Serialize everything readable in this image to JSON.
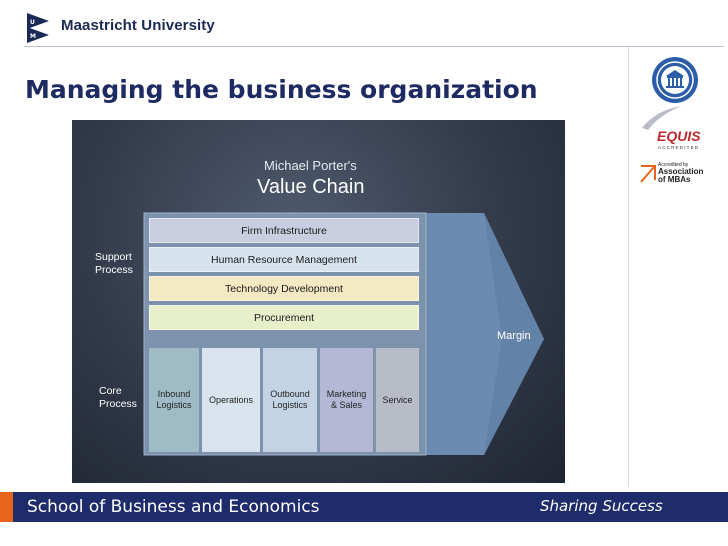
{
  "header": {
    "university": "Maastricht University",
    "title": "Managing the business organization"
  },
  "accreditations": {
    "equis": "EQUIS",
    "equis_sub": "ACCREDITED",
    "amba_small": "Accredited by",
    "amba_line1": "Association",
    "amba_line2": "of MBAs"
  },
  "value_chain": {
    "subtitle": "Michael Porter's",
    "title": "Value Chain",
    "support_label_1": "Support",
    "support_label_2": "Process",
    "core_label_1": "Core",
    "core_label_2": "Process",
    "margin": "Margin",
    "support_activities": [
      {
        "label": "Firm Infrastructure",
        "color": "#c9cde0"
      },
      {
        "label": "Human Resource Management",
        "color": "#d7e3ec"
      },
      {
        "label": "Technology Development",
        "color": "#f3e9c3"
      },
      {
        "label": "Procurement",
        "color": "#e8efcb"
      }
    ],
    "core_activities": [
      {
        "line1": "Inbound",
        "line2": "Logistics",
        "color": "#9fbcc6"
      },
      {
        "line1": "Operations",
        "line2": "",
        "color": "#d9e4ee"
      },
      {
        "line1": "Outbound",
        "line2": "Logistics",
        "color": "#c3d3e4"
      },
      {
        "line1": "Marketing",
        "line2": "& Sales",
        "color": "#b4b8d4"
      },
      {
        "line1": "Service",
        "line2": "",
        "color": "#b8bcc6"
      }
    ],
    "arrow_color": "#6a8ab0"
  },
  "footer": {
    "left": "School of Business and Economics",
    "right": "Sharing Success"
  }
}
